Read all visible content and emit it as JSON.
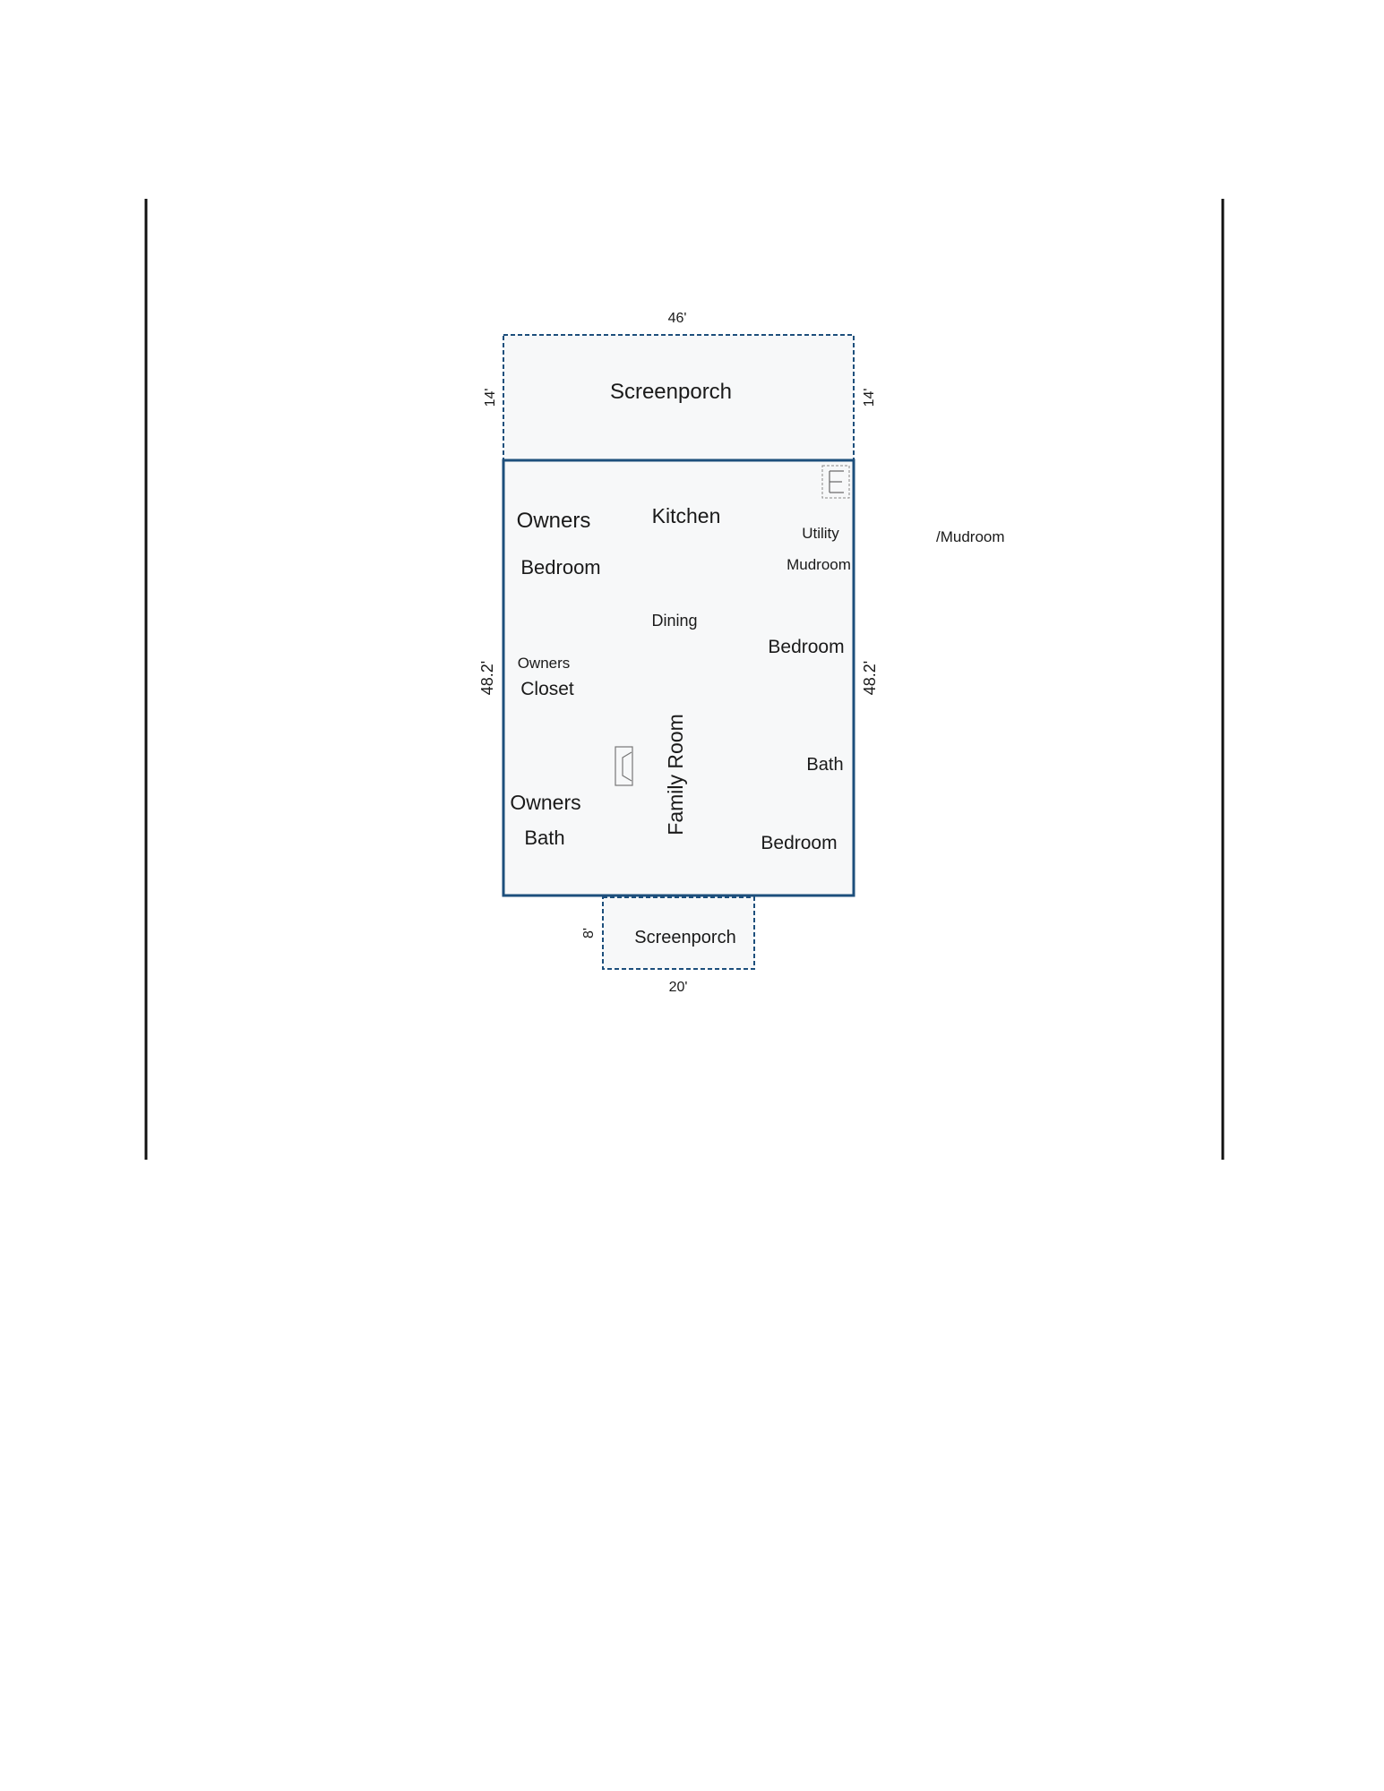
{
  "colors": {
    "wall": "#1d4f7c",
    "floor_fill": "#f7f8f9",
    "page_border": "#111111",
    "fixture": "#777777"
  },
  "dimensions": {
    "top_width": "46'",
    "porch_left": "14'",
    "porch_right": "14'",
    "main_left": "48.2'",
    "main_right": "48.2'",
    "rear_porch_depth": "8'",
    "rear_porch_width": "20'"
  },
  "rooms": {
    "front_screenporch": "Screenporch",
    "owners_bedroom_line1": "Owners",
    "owners_bedroom_line2": "Bedroom",
    "kitchen": "Kitchen",
    "utility": "Utility",
    "mudroom": "Mudroom",
    "dining": "Dining",
    "bedroom_right": "Bedroom",
    "owners_closet_line1": "Owners",
    "owners_closet_line2": "Closet",
    "family_room": "Family Room",
    "bath": "Bath",
    "owners_bath_line1": "Owners",
    "owners_bath_line2": "Bath",
    "bedroom_bottom": "Bedroom",
    "rear_screenporch": "Screenporch"
  },
  "outside_note": "/Mudroom",
  "icons": {
    "stairs": "stairs-icon",
    "fireplace": "fireplace-icon"
  }
}
